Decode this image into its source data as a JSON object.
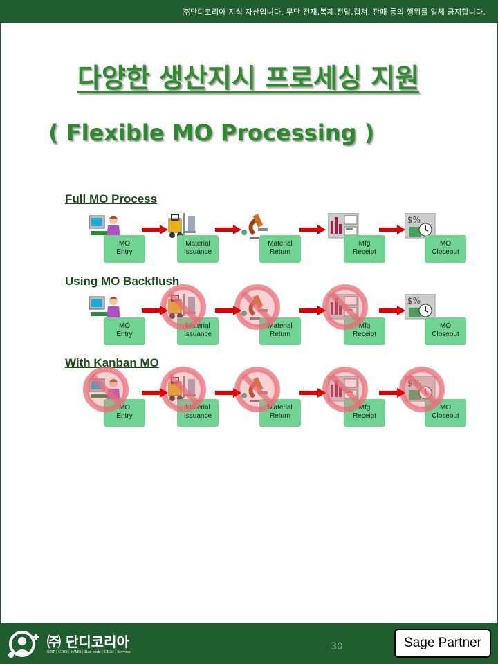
{
  "header": {
    "notice": "㈜단디코리아 지식 자산입니다. 무단 전재,복제,전달,캡쳐, 판매 등의 행위를 일체 금지합니다."
  },
  "title": "다양한 생산지시 프로세싱 지원",
  "subtitle": "( Flexible MO Processing )",
  "rows": [
    {
      "label": "Full MO Process",
      "steps": [
        {
          "line1": "MO",
          "line2": "Entry",
          "icon": "computer-user-icon",
          "disabled": false
        },
        {
          "line1": "Material",
          "line2": "Issuance",
          "icon": "forklift-icon",
          "disabled": false
        },
        {
          "line1": "Material",
          "line2": "Return",
          "icon": "microscope-icon",
          "disabled": false
        },
        {
          "line1": "Mfg",
          "line2": "Receipt",
          "icon": "report-chart-icon",
          "disabled": false
        },
        {
          "line1": "MO",
          "line2": "Closeout",
          "icon": "finance-clock-icon",
          "disabled": false
        }
      ]
    },
    {
      "label": "Using MO Backflush",
      "steps": [
        {
          "line1": "MO",
          "line2": "Entry",
          "icon": "computer-user-icon",
          "disabled": false
        },
        {
          "line1": "Material",
          "line2": "Issuance",
          "icon": "forklift-icon",
          "disabled": true
        },
        {
          "line1": "Material",
          "line2": "Return",
          "icon": "microscope-icon",
          "disabled": true
        },
        {
          "line1": "Mfg",
          "line2": "Receipt",
          "icon": "report-chart-icon",
          "disabled": true
        },
        {
          "line1": "MO",
          "line2": "Closeout",
          "icon": "finance-clock-icon",
          "disabled": false
        }
      ]
    },
    {
      "label": "With Kanban MO",
      "steps": [
        {
          "line1": "MO",
          "line2": "Entry",
          "icon": "computer-user-icon",
          "disabled": true
        },
        {
          "line1": "Material",
          "line2": "Issuance",
          "icon": "forklift-icon",
          "disabled": true
        },
        {
          "line1": "Material",
          "line2": "Return",
          "icon": "microscope-icon",
          "disabled": true
        },
        {
          "line1": "Mfg",
          "line2": "Receipt",
          "icon": "report-chart-icon",
          "disabled": true
        },
        {
          "line1": "MO",
          "line2": "Closeout",
          "icon": "finance-clock-icon",
          "disabled": true
        }
      ]
    }
  ],
  "footer": {
    "company": "㈜ 단디코리아",
    "tagline": "ERP | CRO | WMS | Bar-code | CRM | Service",
    "page_number": "30",
    "partner": "Sage Partner"
  },
  "colors": {
    "bar": "#1f5c2e",
    "title": "#2e8b2e",
    "step_box": "#6fd392",
    "arrow": "#e00000",
    "no_entry": "#e87a80"
  }
}
